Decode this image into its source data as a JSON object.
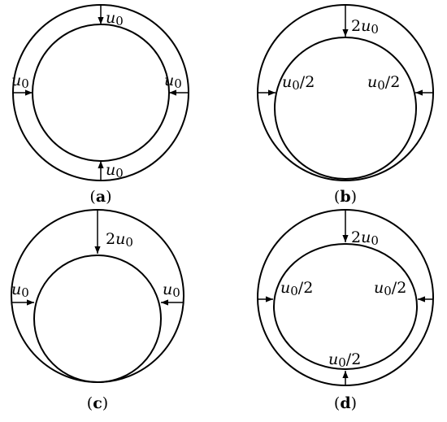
{
  "panels": [
    {
      "id": "a",
      "caption_open": "(",
      "caption_letter": "a",
      "caption_close": ")",
      "labels": {
        "top": "u0",
        "left": "u0",
        "right": "u0",
        "bottom": "u0"
      }
    },
    {
      "id": "b",
      "caption_open": "(",
      "caption_letter": "b",
      "caption_close": ")",
      "labels": {
        "top": "2u0",
        "left": "u0/2",
        "right": "u0/2"
      }
    },
    {
      "id": "c",
      "caption_open": "(",
      "caption_letter": "c",
      "caption_close": ")",
      "labels": {
        "top": "2u0",
        "left": "u0",
        "right": "u0"
      }
    },
    {
      "id": "d",
      "caption_open": "(",
      "caption_letter": "d",
      "caption_close": ")",
      "labels": {
        "top": "2u0",
        "left": "u0/2",
        "right": "u0/2",
        "bottom": "u0/2"
      }
    }
  ]
}
